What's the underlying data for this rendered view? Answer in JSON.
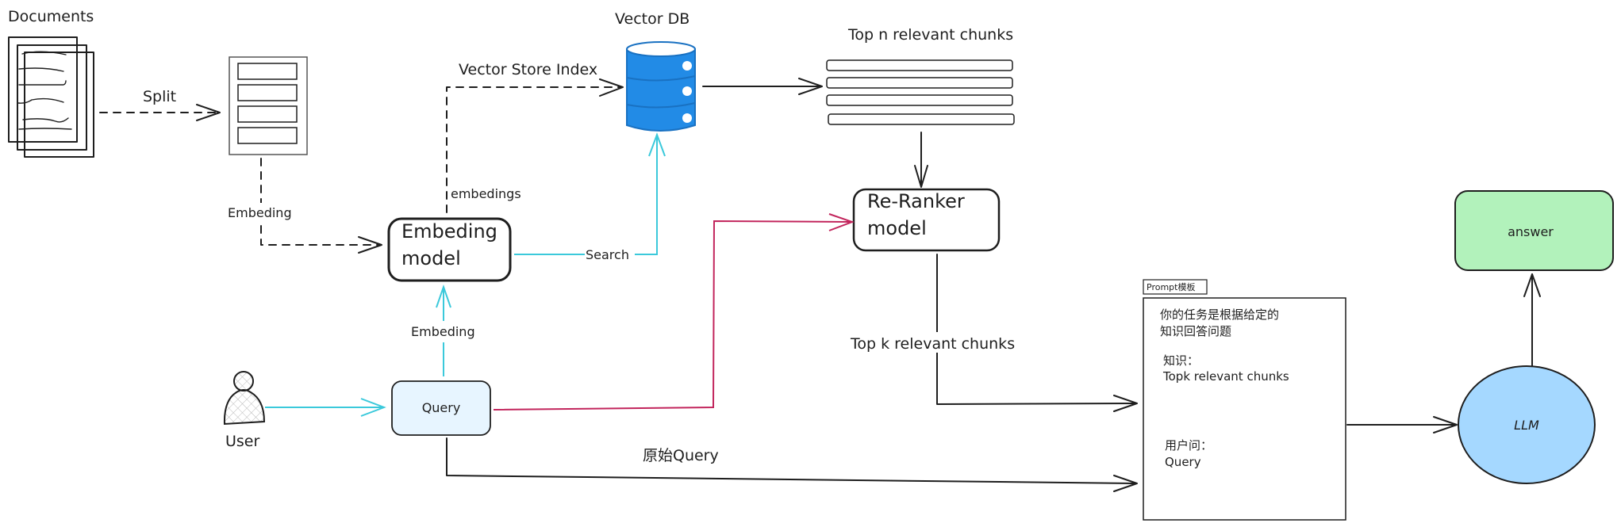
{
  "colors": {
    "ink": "#1e1e1e",
    "doc_fill": "#e7f5ff",
    "db_fill": "#228be6",
    "db_stroke": "#1971c2",
    "cyan": "#3bc9db",
    "crimson": "#c2255c",
    "red": "#e03131",
    "answer_fill": "#b2f2bb",
    "llm_fill": "#a5d8ff",
    "query_fill": "#e7f5ff",
    "white": "#ffffff"
  },
  "labels": {
    "documents": "Documents",
    "split": "Split",
    "embeding_left": "Embeding",
    "embedings": "embedings",
    "vector_store_index": "Vector Store Index",
    "vector_db": "Vector DB",
    "top_n": "Top n relevant chunks",
    "search": "Search",
    "embeding_cyan": "Embeding",
    "user": "User",
    "top_k": "Top k relevant chunks",
    "original_query": "原始Query"
  },
  "nodes": {
    "embedding_model": {
      "line1": "Embeding",
      "line2": "model"
    },
    "reranker": {
      "line1": "Re-Ranker",
      "line2": "model"
    },
    "query": {
      "label": "Query"
    },
    "answer": {
      "label": "answer"
    },
    "llm": {
      "label": "LLM"
    }
  },
  "prompt_template": {
    "tag": "Prompt模板",
    "intro_line1": "你的任务是根据给定的",
    "intro_line2": "知识回答问题",
    "knowledge_label": "知识：",
    "knowledge_value": "Topk relevant chunks",
    "question_label": "用户问：",
    "question_value": "Query"
  },
  "chunks": {
    "split_count": 4,
    "top_n_count": 4
  }
}
